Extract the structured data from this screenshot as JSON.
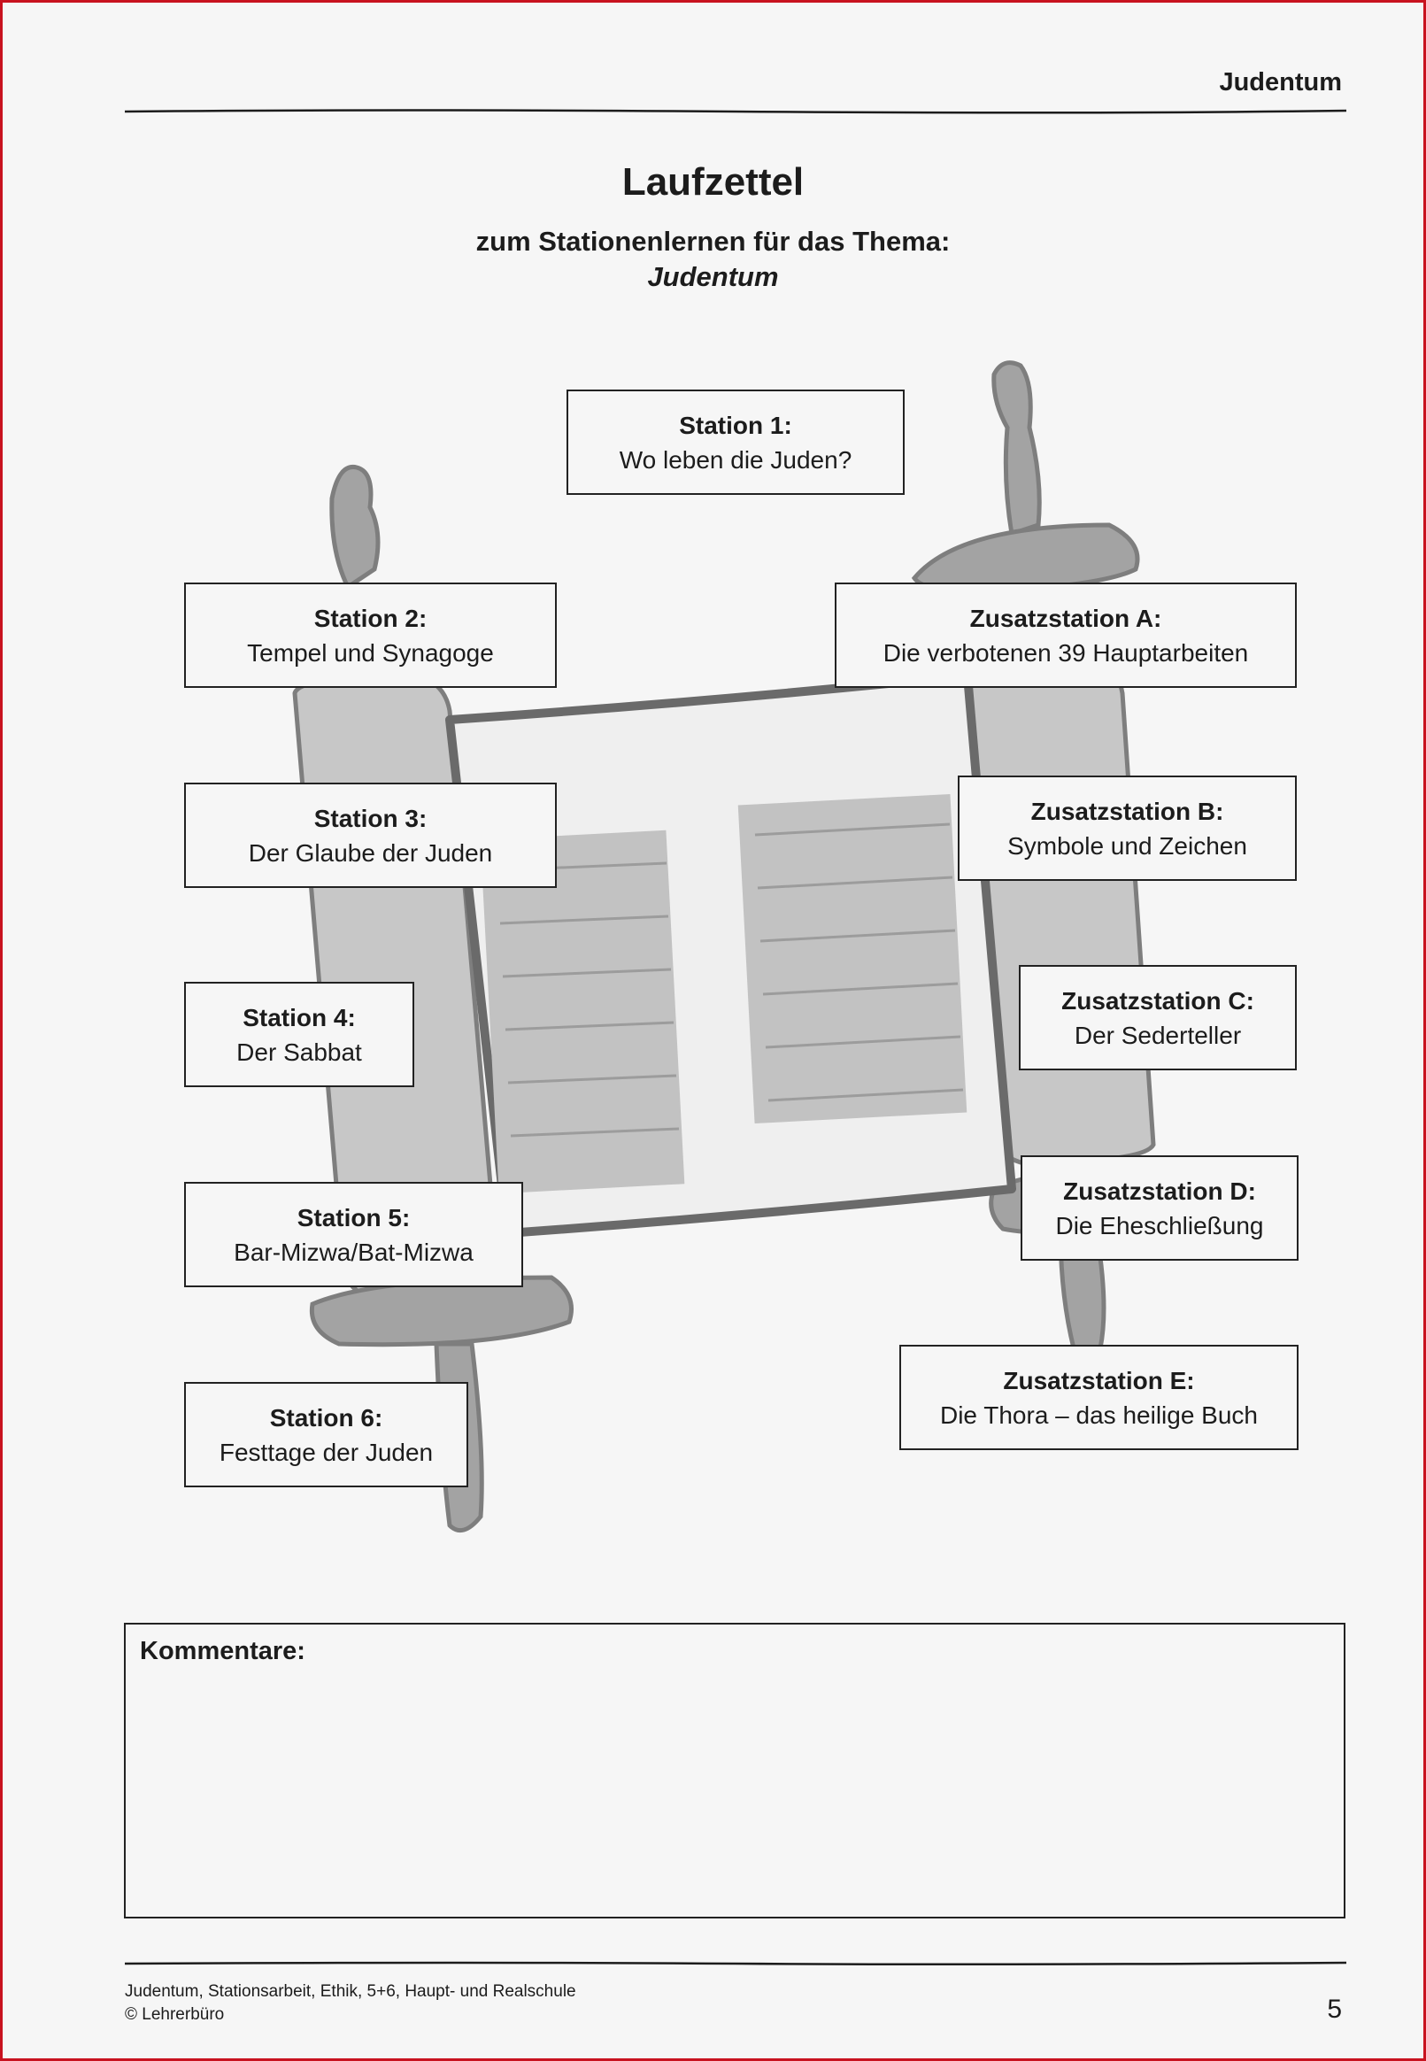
{
  "header": {
    "topic": "Judentum"
  },
  "title": "Laufzettel",
  "subtitle": "zum Stationenlernen für das Thema:",
  "subtitle_topic": "Judentum",
  "stations": [
    {
      "label": "Station 1:",
      "text": "Wo leben die Juden?"
    },
    {
      "label": "Station 2:",
      "text": "Tempel und Synagoge"
    },
    {
      "label": "Station 3:",
      "text": "Der Glaube der Juden"
    },
    {
      "label": "Station 4:",
      "text": "Der Sabbat"
    },
    {
      "label": "Station 5:",
      "text": "Bar-Mizwa/Bat-Mizwa"
    },
    {
      "label": "Station 6:",
      "text": "Festtage der Juden"
    },
    {
      "label": "Zusatzstation A:",
      "text": "Die verbotenen 39 Hauptarbeiten"
    },
    {
      "label": "Zusatzstation B:",
      "text": "Symbole und Zeichen"
    },
    {
      "label": "Zusatzstation C:",
      "text": "Der Sederteller"
    },
    {
      "label": "Zusatzstation D:",
      "text": "Die Eheschließung"
    },
    {
      "label": "Zusatzstation E:",
      "text": "Die Thora – das heilige Buch"
    }
  ],
  "comments": {
    "label": "Kommentare:"
  },
  "footer": {
    "line1": "Judentum, Stationsarbeit, Ethik, 5+6, Haupt- und Realschule",
    "line2": "© Lehrerbüro",
    "page_number": "5"
  },
  "colors": {
    "border": "#c8121f",
    "background": "#f6f6f6",
    "illustration": "#9a9a9a"
  }
}
